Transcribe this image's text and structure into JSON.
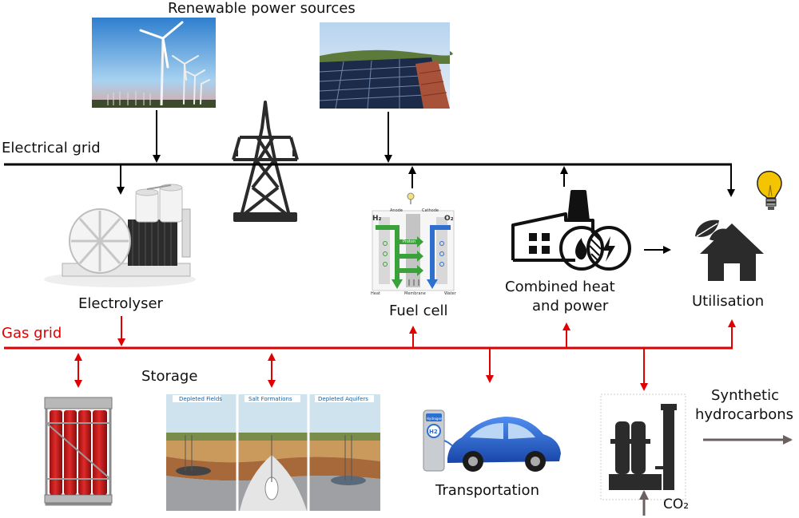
{
  "labels": {
    "renewable": "Renewable power sources",
    "electrical_grid": "Electrical grid",
    "electrolyser": "Electrolyser",
    "fuel_cell": "Fuel cell",
    "chp_line1": "Combined heat",
    "chp_line2": "and power",
    "utilisation": "Utilisation",
    "gas_grid": "Gas grid",
    "storage": "Storage",
    "transportation": "Transportation",
    "synthetic_line1": "Synthetic",
    "synthetic_line2": "hydrocarbons",
    "co2": "CO₂"
  },
  "fuel_cell_diagram": {
    "h2": "H₂",
    "o2": "O₂",
    "anode": "Anode",
    "cathode": "Cathode",
    "proton": "Proton",
    "membrane": "Membrane",
    "heat": "Heat",
    "water": "Water"
  },
  "storage_panels": [
    "Depleted Fields",
    "Salt Formations",
    "Depleted Aquifers"
  ],
  "car_station_text": [
    "Hydrogen",
    "H2"
  ],
  "colors": {
    "electric_line": "#000000",
    "gas_line": "#e00000",
    "co2_arrow": "#6b5f5f",
    "icon_dark": "#2b2b2b",
    "car_blue": "#1f5fd1",
    "tank_red": "#d02020",
    "bulb_yellow": "#f5c400"
  },
  "icons": [
    "wind-turbine-photo",
    "solar-panel-photo",
    "transmission-tower-icon",
    "electrolyser-machine",
    "fuel-cell-diagram",
    "chp-factory-icon",
    "house-leaf-icon",
    "light-bulb-icon",
    "hydrogen-cylinder-bundle",
    "underground-storage-diagram",
    "hydrogen-car-icon",
    "synthesis-plant-icon"
  ]
}
